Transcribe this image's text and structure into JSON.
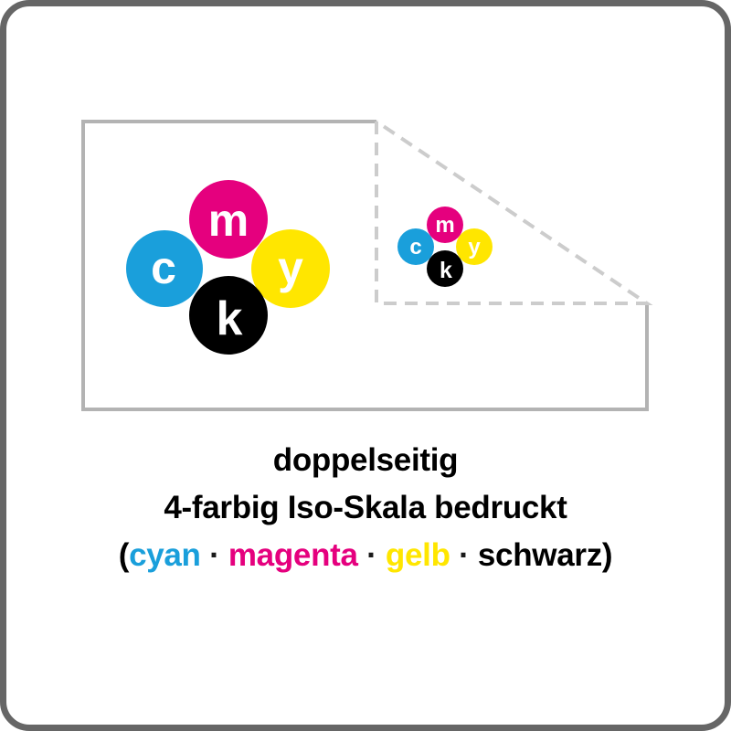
{
  "colors": {
    "frame": "#666666",
    "sheet_outline": "#b3b3b3",
    "fold_dashed": "#cccccc",
    "cyan": "#1a9fdb",
    "magenta": "#e5007e",
    "yellow": "#ffe600",
    "black": "#000000"
  },
  "illustration": {
    "large_logo": {
      "circles": [
        {
          "letter": "c",
          "color": "cyan"
        },
        {
          "letter": "m",
          "color": "magenta"
        },
        {
          "letter": "y",
          "color": "yellow"
        },
        {
          "letter": "k",
          "color": "black"
        }
      ]
    },
    "small_logo": {
      "circles": [
        {
          "letter": "c",
          "color": "cyan"
        },
        {
          "letter": "m",
          "color": "magenta"
        },
        {
          "letter": "y",
          "color": "yellow"
        },
        {
          "letter": "k",
          "color": "black"
        }
      ]
    }
  },
  "caption": {
    "line1": "doppelseitig",
    "line2": "4-farbig Iso-Skala bedruckt",
    "line3": {
      "open_paren": "(",
      "cyan": "cyan",
      "sep1": " · ",
      "magenta": "magenta",
      "sep2": " · ",
      "yellow": "gelb",
      "sep3": " · ",
      "black": "schwarz",
      "close_paren": ")"
    }
  }
}
